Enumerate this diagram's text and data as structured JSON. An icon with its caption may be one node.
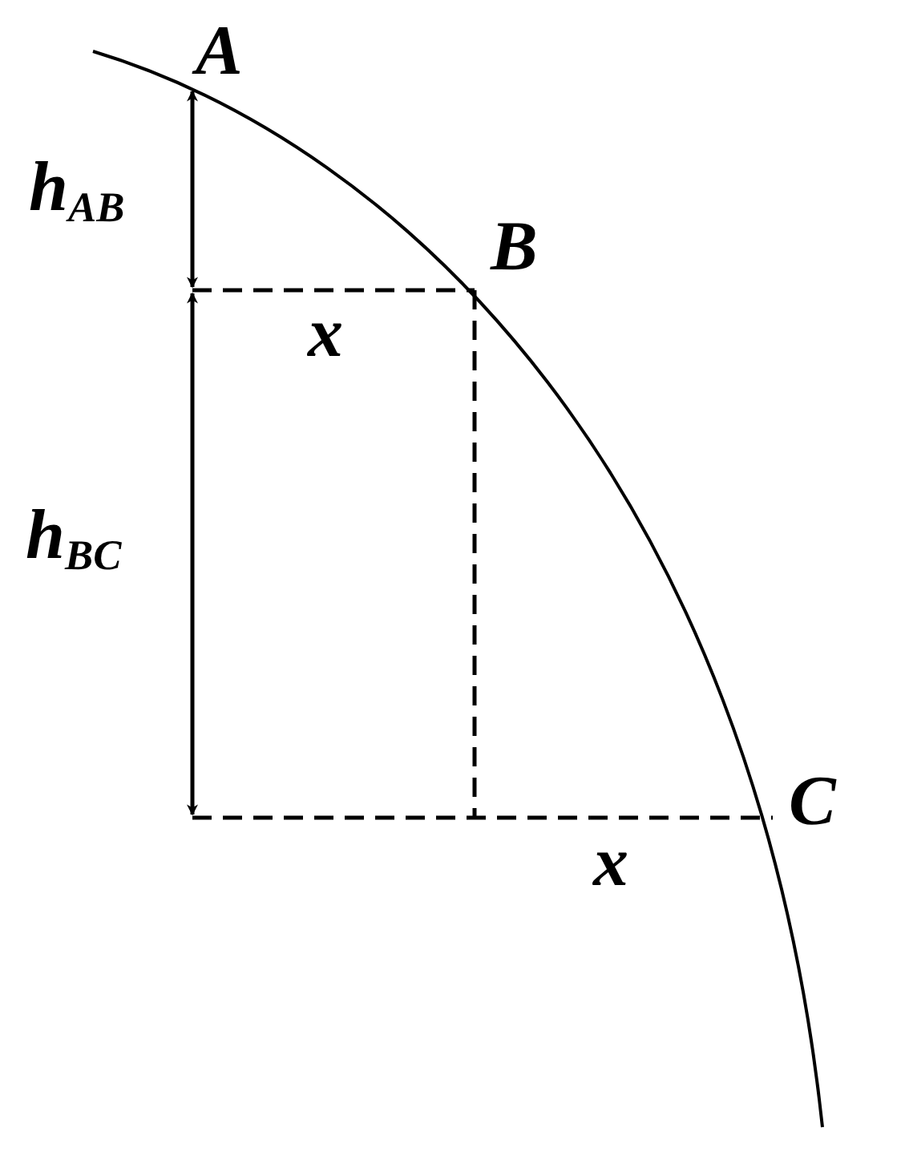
{
  "diagram": {
    "labels": [
      "A",
      "h$_{AB}$",
      "B",
      "x",
      "h$_{BC}$",
      "C",
      "x"
    ]
  }
}
